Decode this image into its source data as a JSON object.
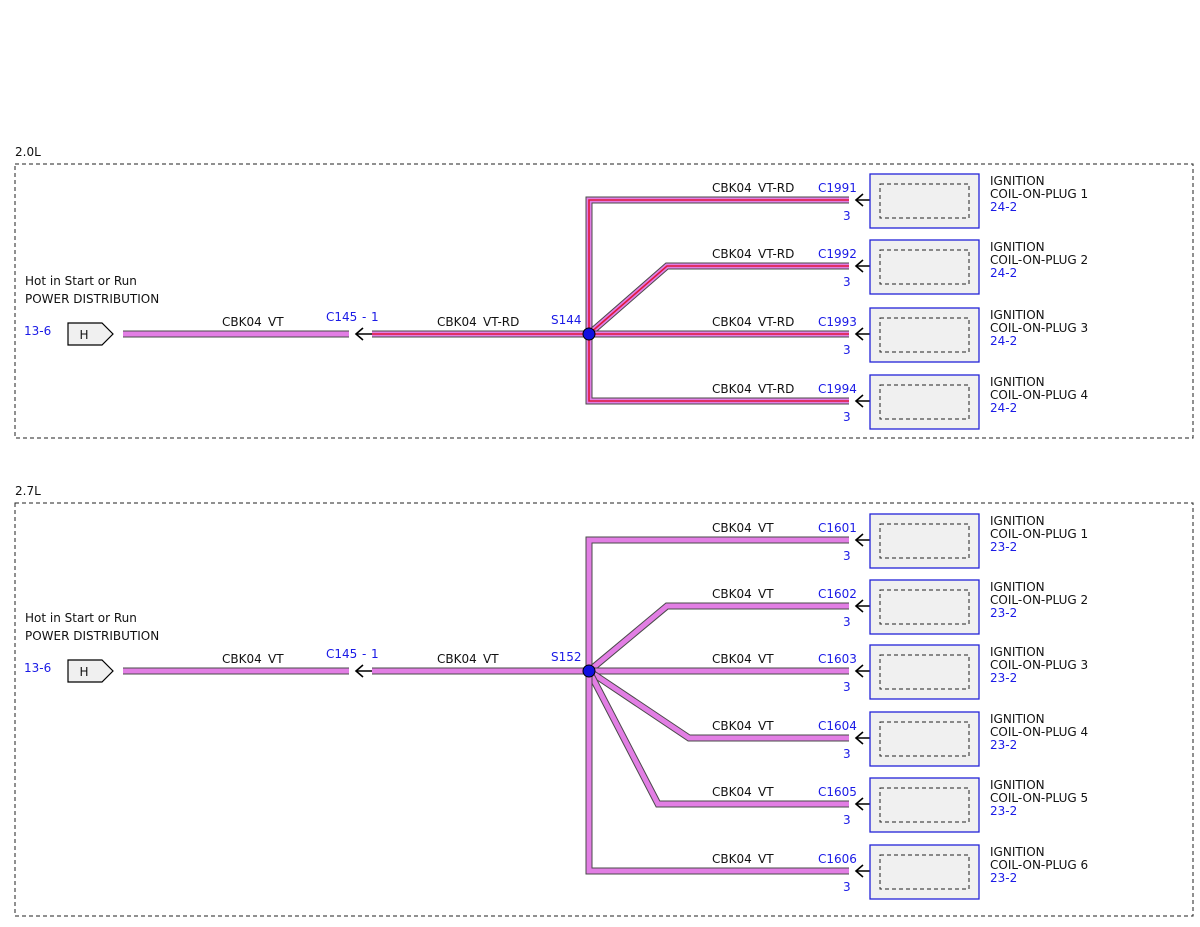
{
  "sections": [
    {
      "title": "2.0L",
      "source": {
        "label_line1": "Hot in Start or Run",
        "label_line2": "POWER DISTRIBUTION",
        "ref": "13-6",
        "terminal": "H"
      },
      "feed_wire": {
        "circuit": "CBK04",
        "color_code": "VT"
      },
      "inline_connector": {
        "id": "C145",
        "sep": "-",
        "pin": "1"
      },
      "trunk_wire": {
        "circuit": "CBK04",
        "color_code": "VT-RD"
      },
      "splice": "S144",
      "stripe": true,
      "coils": [
        {
          "circuit": "CBK04",
          "color_code": "VT-RD",
          "connector": "C1991",
          "pin": "3",
          "name_line1": "IGNITION",
          "name_line2": "COIL-ON-PLUG 1",
          "ref": "24-2"
        },
        {
          "circuit": "CBK04",
          "color_code": "VT-RD",
          "connector": "C1992",
          "pin": "3",
          "name_line1": "IGNITION",
          "name_line2": "COIL-ON-PLUG 2",
          "ref": "24-2"
        },
        {
          "circuit": "CBK04",
          "color_code": "VT-RD",
          "connector": "C1993",
          "pin": "3",
          "name_line1": "IGNITION",
          "name_line2": "COIL-ON-PLUG 3",
          "ref": "24-2"
        },
        {
          "circuit": "CBK04",
          "color_code": "VT-RD",
          "connector": "C1994",
          "pin": "3",
          "name_line1": "IGNITION",
          "name_line2": "COIL-ON-PLUG 4",
          "ref": "24-2"
        }
      ]
    },
    {
      "title": "2.7L",
      "source": {
        "label_line1": "Hot in Start or Run",
        "label_line2": "POWER DISTRIBUTION",
        "ref": "13-6",
        "terminal": "H"
      },
      "feed_wire": {
        "circuit": "CBK04",
        "color_code": "VT"
      },
      "inline_connector": {
        "id": "C145",
        "sep": "-",
        "pin": "1"
      },
      "trunk_wire": {
        "circuit": "CBK04",
        "color_code": "VT"
      },
      "splice": "S152",
      "stripe": false,
      "coils": [
        {
          "circuit": "CBK04",
          "color_code": "VT",
          "connector": "C1601",
          "pin": "3",
          "name_line1": "IGNITION",
          "name_line2": "COIL-ON-PLUG 1",
          "ref": "23-2"
        },
        {
          "circuit": "CBK04",
          "color_code": "VT",
          "connector": "C1602",
          "pin": "3",
          "name_line1": "IGNITION",
          "name_line2": "COIL-ON-PLUG 2",
          "ref": "23-2"
        },
        {
          "circuit": "CBK04",
          "color_code": "VT",
          "connector": "C1603",
          "pin": "3",
          "name_line1": "IGNITION",
          "name_line2": "COIL-ON-PLUG 3",
          "ref": "23-2"
        },
        {
          "circuit": "CBK04",
          "color_code": "VT",
          "connector": "C1604",
          "pin": "3",
          "name_line1": "IGNITION",
          "name_line2": "COIL-ON-PLUG 4",
          "ref": "23-2"
        },
        {
          "circuit": "CBK04",
          "color_code": "VT",
          "connector": "C1605",
          "pin": "3",
          "name_line1": "IGNITION",
          "name_line2": "COIL-ON-PLUG 5",
          "ref": "23-2"
        },
        {
          "circuit": "CBK04",
          "color_code": "VT",
          "connector": "C1606",
          "pin": "3",
          "name_line1": "IGNITION",
          "name_line2": "COIL-ON-PLUG 6",
          "ref": "23-2"
        }
      ]
    }
  ],
  "colors": {
    "violet": "#e27ee4",
    "red_stripe": "#e0163c",
    "wire_outline": "#4a4a4a",
    "splice_dot": "#1010e0",
    "device_border": "#2424d8",
    "device_fill": "#f0f0f0",
    "ref_blue": "#1a1ae6"
  }
}
